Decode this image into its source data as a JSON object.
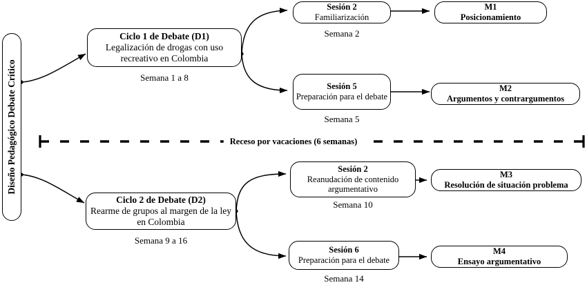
{
  "diagram": {
    "title": "Diseño Pedagógico Debate Crítico",
    "spine_label": "Diseño Pedagógico Debate Crítico",
    "divider_label": "Receso por vacaciones (6 semanas)",
    "colors": {
      "stroke": "#000000",
      "background": "#ffffff",
      "text": "#000000"
    }
  },
  "cycles": [
    {
      "id": "d1",
      "title": "Ciclo 1 de Debate (D1)",
      "description": "Legalización de drogas con uso recreativo en Colombia",
      "caption": "Semana 1 a 8"
    },
    {
      "id": "d2",
      "title": "Ciclo 2 de Debate (D2)",
      "description": "Rearme de grupos al margen de la ley en Colombia",
      "caption": "Semana 9 a 16"
    }
  ],
  "sessions": [
    {
      "id": "s1",
      "title": "Sesión 2",
      "description": "Familiarización",
      "caption": "Semana 2"
    },
    {
      "id": "s2",
      "title": "Sesión 5",
      "description": "Preparación para el debate",
      "caption": "Semana 5"
    },
    {
      "id": "s3",
      "title": "Sesión 2",
      "description": "Reanudación de contenido argumentativo",
      "caption": "Semana 10"
    },
    {
      "id": "s4",
      "title": "Sesión 6",
      "description": "Preparación para el debate",
      "caption": "Semana 14"
    }
  ],
  "moments": [
    {
      "id": "m1",
      "code": "M1",
      "label": "Posicionamiento"
    },
    {
      "id": "m2",
      "code": "M2",
      "label": "Argumentos y contrargumentos"
    },
    {
      "id": "m3",
      "code": "M3",
      "label": "Resolución de situación problema"
    },
    {
      "id": "m4",
      "code": "M4",
      "label": "Ensayo argumentativo"
    }
  ]
}
